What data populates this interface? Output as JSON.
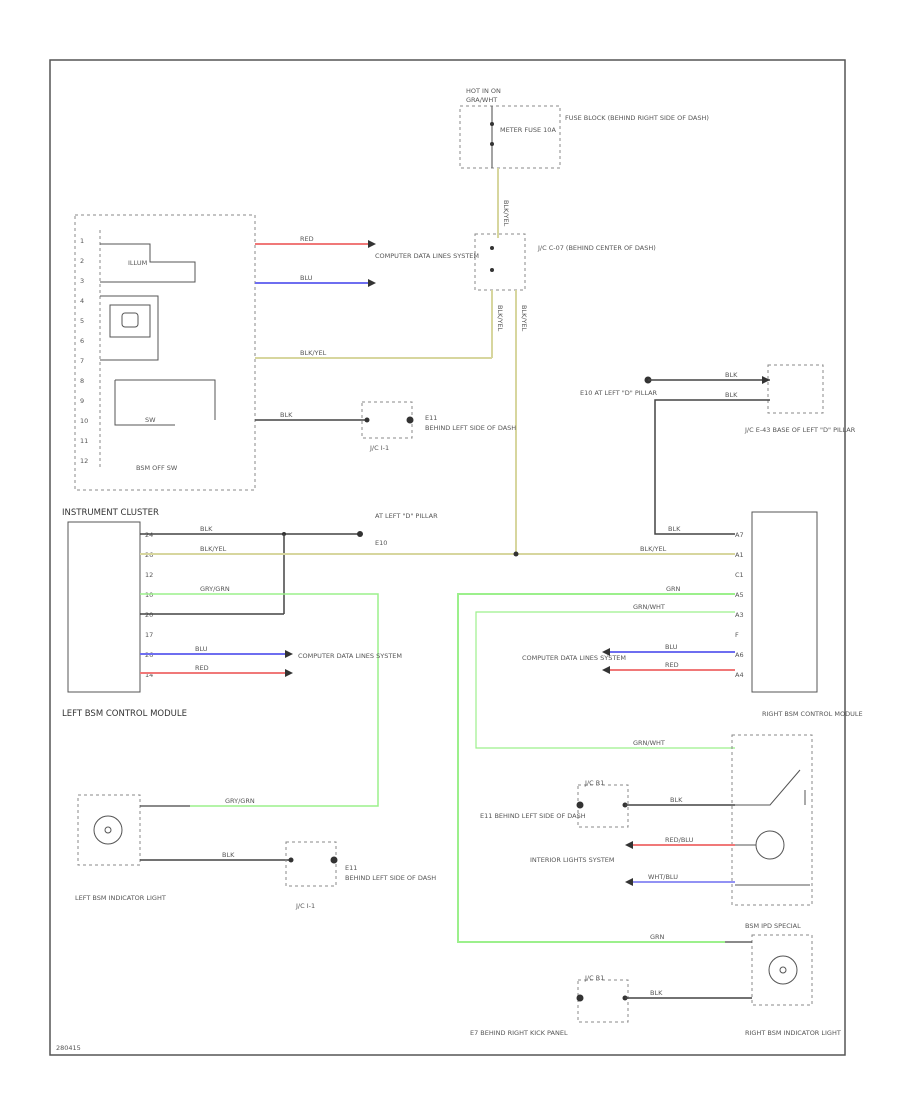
{
  "colors": {
    "red": "#f07878",
    "blue": "#6e6ef0",
    "yellow": "#d7d69e",
    "green": "#9cf08c",
    "black": "#444444",
    "frame": "#555555"
  },
  "labels": {
    "hot_in_on": "HOT IN ON",
    "gra_wht": "GRA/WHT",
    "fuse_block": "FUSE BLOCK (BEHIND RIGHT SIDE OF DASH)",
    "meter_fuse": "METER FUSE 10A",
    "jc_top": "J/C C-07 (BEHIND CENTER OF DASH)",
    "computer_data_lines": "COMPUTER DATA LINES SYSTEM",
    "bsm_off_sw": "BSM OFF SW",
    "jc_left": "J/C I-1",
    "behind_left_dash": "BEHIND LEFT SIDE OF DASH",
    "e11": "E11",
    "instrument_cluster": "INSTRUMENT CLUSTER",
    "at_left_d_pillar": "AT LEFT \"D\" PILLAR",
    "e10": "E10",
    "e10_at_left_d_pillar": "E10 AT LEFT \"D\" PILLAR",
    "jc_base_left_d_pillar": "J/C E-43 BASE OF LEFT \"D\" PILLAR",
    "left_bsm_control_module": "LEFT BSM CONTROL MODULE",
    "right_bsm_control_module": "RIGHT BSM CONTROL MODULE",
    "left_bsm_indicator_light": "LEFT BSM INDICATOR LIGHT",
    "right_bsm_indicator_light": "RIGHT BSM INDICATOR LIGHT",
    "e11_behind_left_side_of_dash": "E11 BEHIND LEFT SIDE OF DASH",
    "interior_lights_system": "INTERIOR LIGHTS SYSTEM",
    "bsm_ipd_special": "BSM IPD SPECIAL",
    "e7_behind_right_kick_panel": "E7 BEHIND RIGHT KICK PANEL",
    "jc_right": "J/C R1",
    "footer_code": "280415"
  },
  "wires": {
    "red": "RED",
    "blu": "BLU",
    "blk": "BLK",
    "blk_yel": "BLK/YEL",
    "grn": "GRN",
    "gry_grn": "GRY/GRN",
    "grn_wht": "GRN/WHT",
    "red_blu": "RED/BLU",
    "wht_blu": "WHT/BLU"
  }
}
